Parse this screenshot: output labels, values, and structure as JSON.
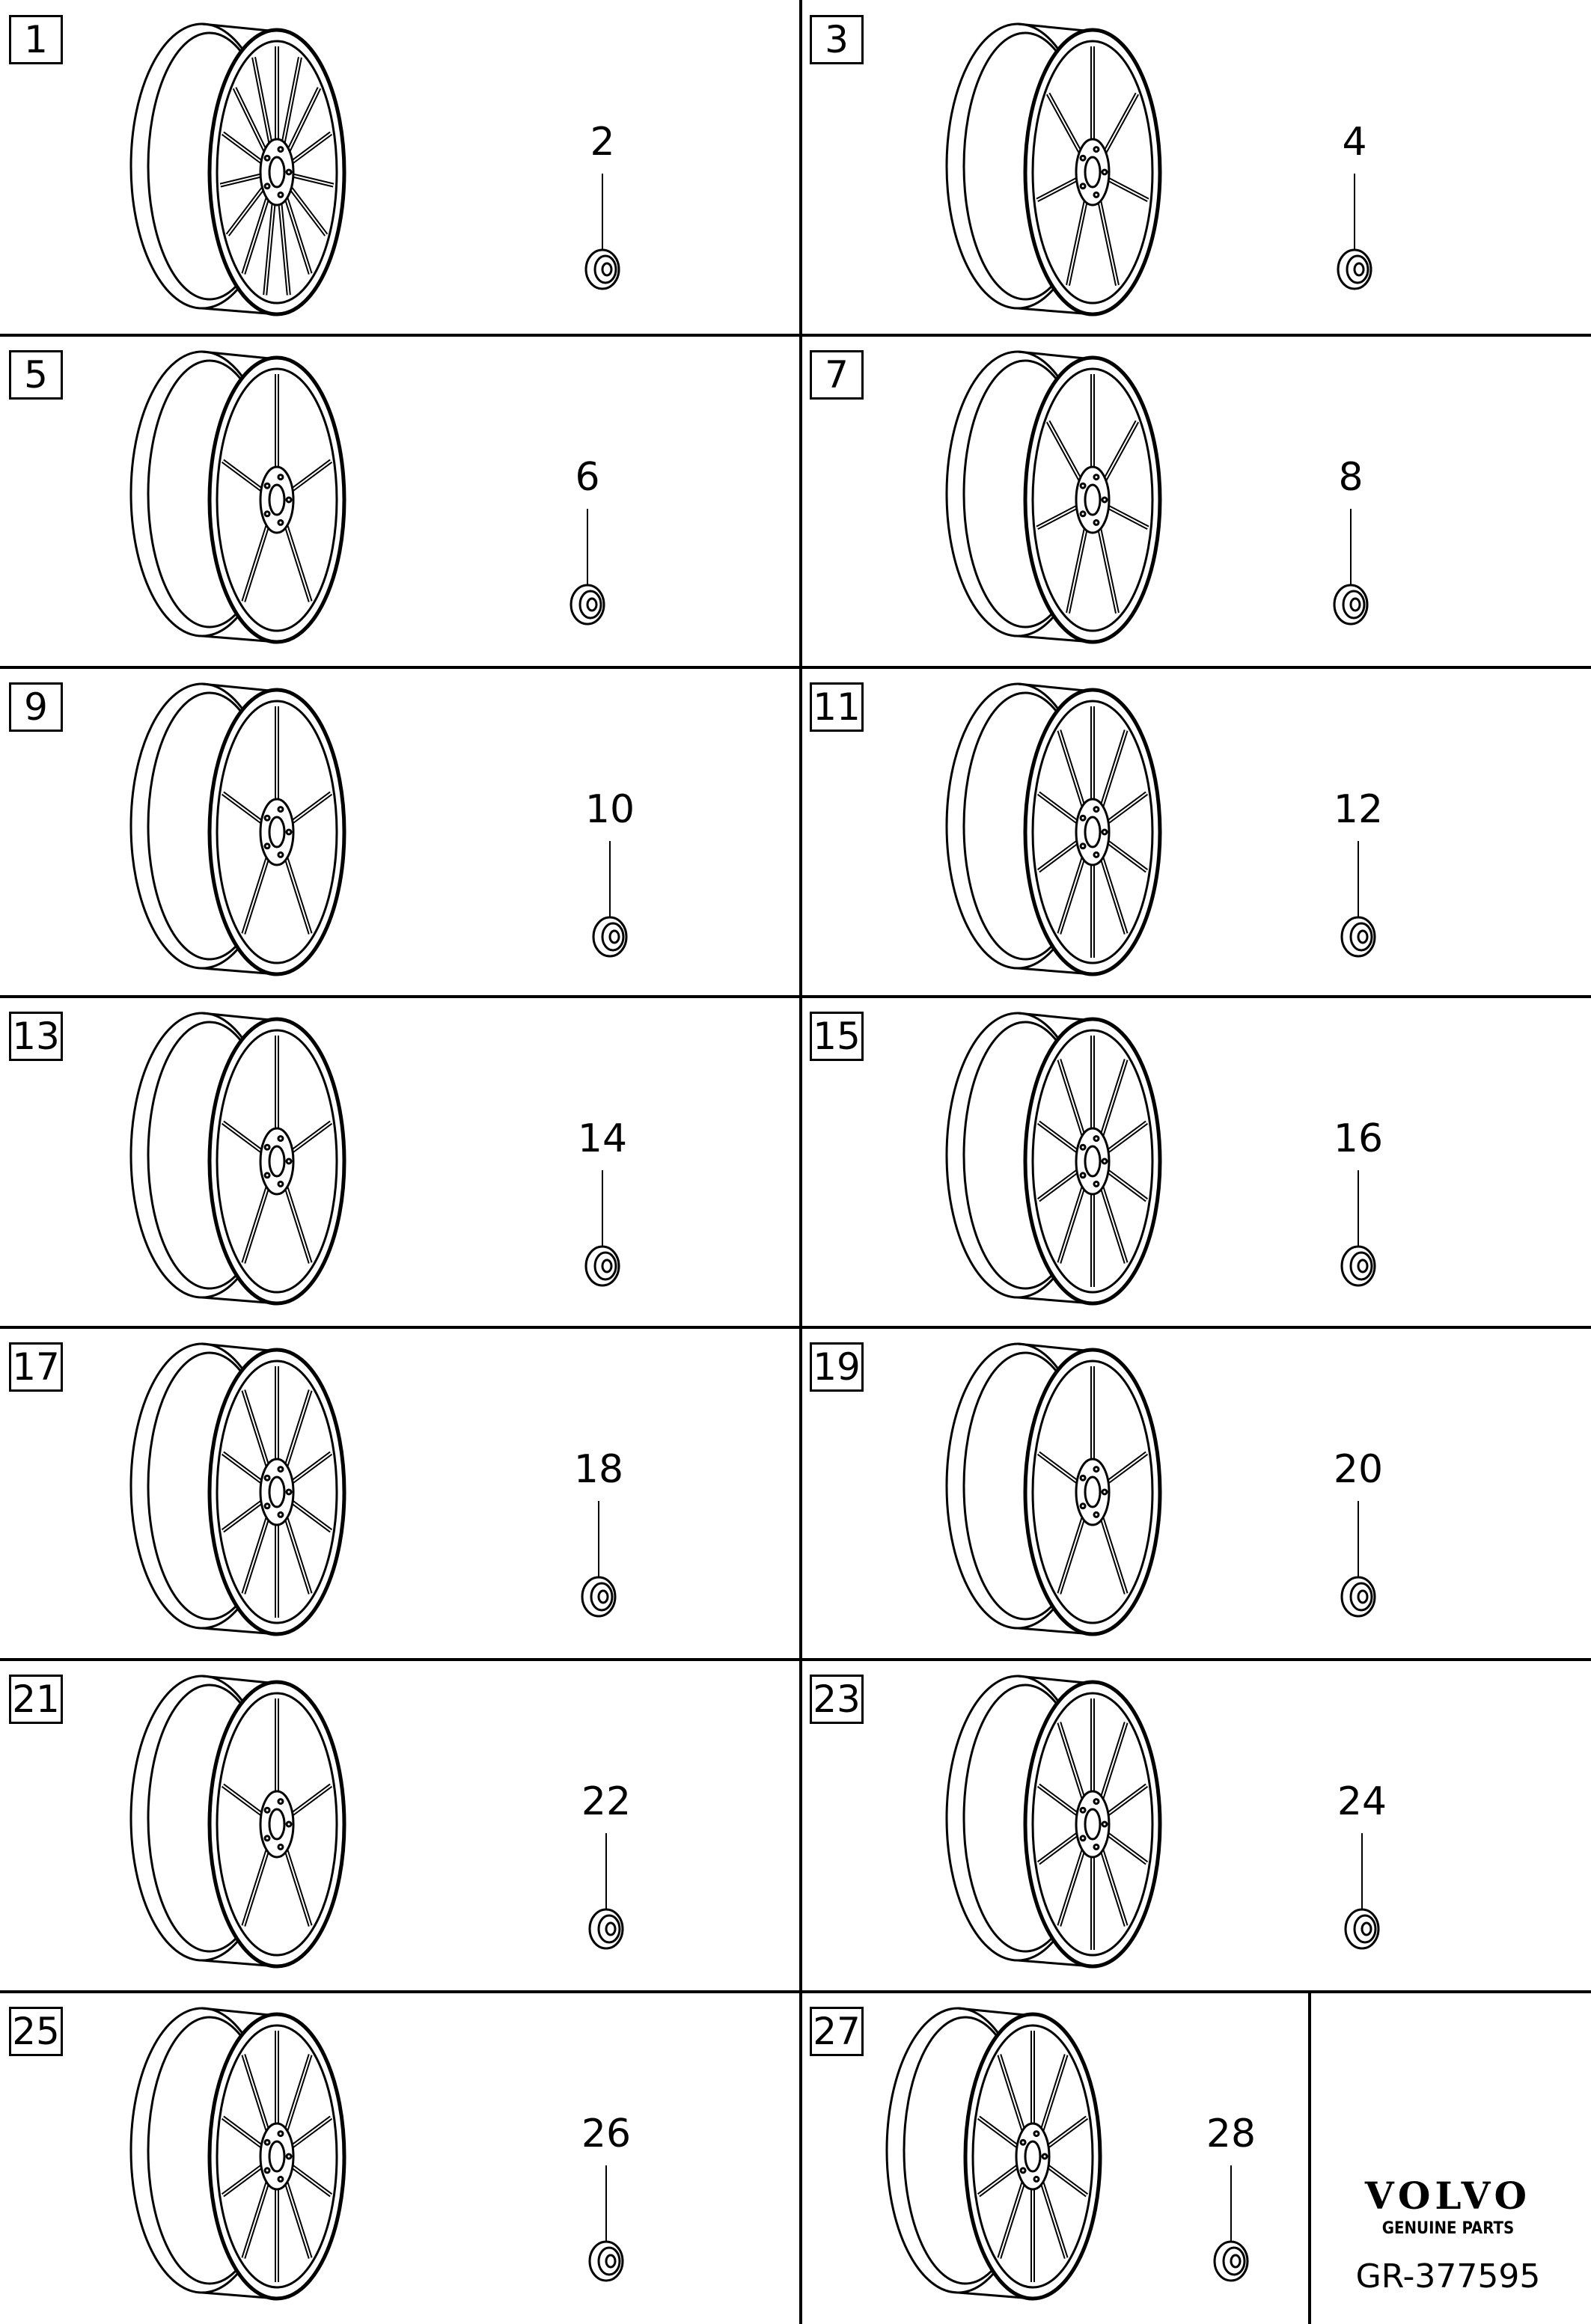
{
  "diagram": {
    "cells": [
      {
        "wheel_no": "1",
        "cap_no": "2"
      },
      {
        "wheel_no": "3",
        "cap_no": "4"
      },
      {
        "wheel_no": "5",
        "cap_no": "6"
      },
      {
        "wheel_no": "7",
        "cap_no": "8"
      },
      {
        "wheel_no": "9",
        "cap_no": "10"
      },
      {
        "wheel_no": "11",
        "cap_no": "12"
      },
      {
        "wheel_no": "13",
        "cap_no": "14"
      },
      {
        "wheel_no": "15",
        "cap_no": "16"
      },
      {
        "wheel_no": "17",
        "cap_no": "18"
      },
      {
        "wheel_no": "19",
        "cap_no": "20"
      },
      {
        "wheel_no": "21",
        "cap_no": "22"
      },
      {
        "wheel_no": "23",
        "cap_no": "24"
      },
      {
        "wheel_no": "25",
        "cap_no": "26"
      },
      {
        "wheel_no": "27",
        "cap_no": "28"
      }
    ],
    "spoke_counts": [
      15,
      7,
      5,
      7,
      5,
      10,
      5,
      10,
      10,
      5,
      5,
      10,
      10,
      10
    ]
  },
  "brand": {
    "name": "VOLVO",
    "subtitle": "GENUINE PARTS",
    "reference": "GR-377595"
  }
}
